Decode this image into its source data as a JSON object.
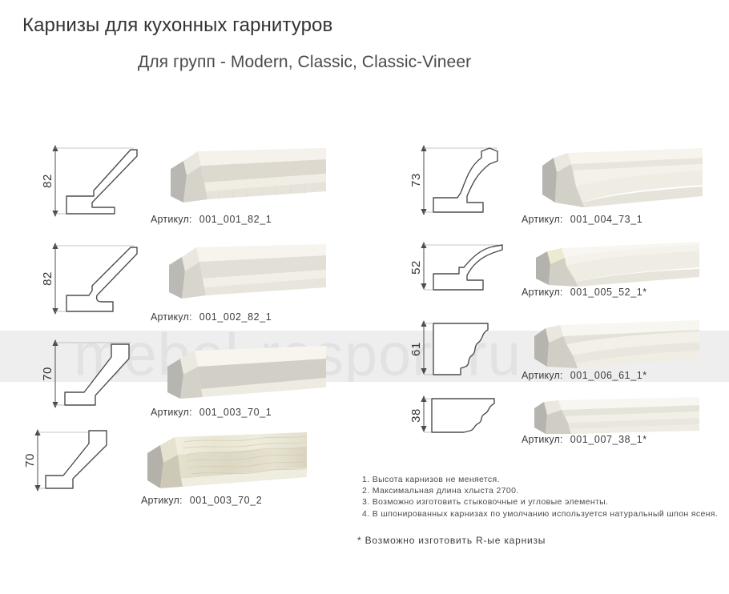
{
  "header": {
    "title": "Карнизы для кухонных гарнитуров",
    "subtitle": "Для групп - Modern, Classic, Classic-Vineer"
  },
  "watermark": {
    "text": "mebel-resport.ru"
  },
  "labels": {
    "article_key": "Артикул:"
  },
  "items": [
    {
      "id": "001_001_82_1",
      "article": "001_001_82_1",
      "height_mm": "82",
      "column": "left",
      "row": 1,
      "profile": "modern-chamfer",
      "material": "painted"
    },
    {
      "id": "001_002_82_1",
      "article": "001_002_82_1",
      "height_mm": "82",
      "column": "left",
      "row": 2,
      "profile": "modern-chamfer-step",
      "material": "painted"
    },
    {
      "id": "001_003_70_1",
      "article": "001_003_70_1",
      "height_mm": "70",
      "column": "left",
      "row": 3,
      "profile": "modern-angled-bar",
      "material": "painted"
    },
    {
      "id": "001_003_70_2",
      "article": "001_003_70_2",
      "height_mm": "70",
      "column": "left",
      "row": 4,
      "profile": "modern-angled-bar",
      "material": "veneer-ash"
    },
    {
      "id": "001_004_73_1",
      "article": "001_004_73_1",
      "height_mm": "73",
      "column": "right",
      "row": 1,
      "profile": "classic-cove",
      "material": "painted"
    },
    {
      "id": "001_005_52_1",
      "article": "001_005_52_1*",
      "height_mm": "52",
      "column": "right",
      "row": 2,
      "profile": "classic-ogee",
      "material": "painted"
    },
    {
      "id": "001_006_61_1",
      "article": "001_006_61_1*",
      "height_mm": "61",
      "column": "right",
      "row": 3,
      "profile": "classic-stepped",
      "material": "painted"
    },
    {
      "id": "001_007_38_1",
      "article": "001_007_38_1*",
      "height_mm": "38",
      "column": "right",
      "row": 4,
      "profile": "classic-small-ogee",
      "material": "painted"
    }
  ],
  "notes": [
    "1. Высота карнизов не меняется.",
    "2. Максимальная длина хлыста 2700.",
    "3. Возможно изготовить стыковочные и угловые элементы.",
    "4. В шпонированных карнизах по умолчанию используется натуральный шпон ясеня."
  ],
  "footnote": "*  Возможно изготовить R-ые карнизы",
  "colors": {
    "render_light": "#f2efe7",
    "render_mid": "#e4e1d8",
    "render_shade": "#cfccc3",
    "render_cap": "#b9b7b1",
    "line": "#4d4d4d",
    "watermark": "#e2e2e2",
    "band": "#eeeeee"
  }
}
